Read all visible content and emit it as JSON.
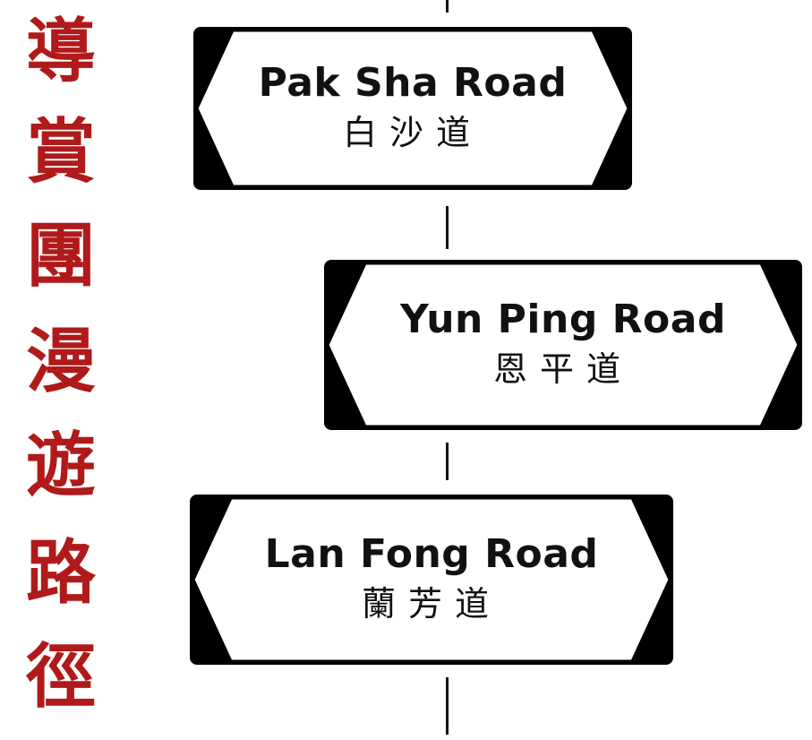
{
  "title": {
    "characters": [
      "導",
      "賞",
      "團",
      "漫",
      "遊",
      "路",
      "徑"
    ],
    "color": "#b01a1a"
  },
  "signs": [
    {
      "english": "Pak Sha Road",
      "chinese": "白沙道",
      "arrow_direction": "left"
    },
    {
      "english": "Yun Ping Road",
      "chinese": "恩平道",
      "arrow_direction": "left"
    },
    {
      "english": "Lan Fong Road",
      "chinese": "蘭芳道",
      "arrow_direction": "left"
    }
  ]
}
